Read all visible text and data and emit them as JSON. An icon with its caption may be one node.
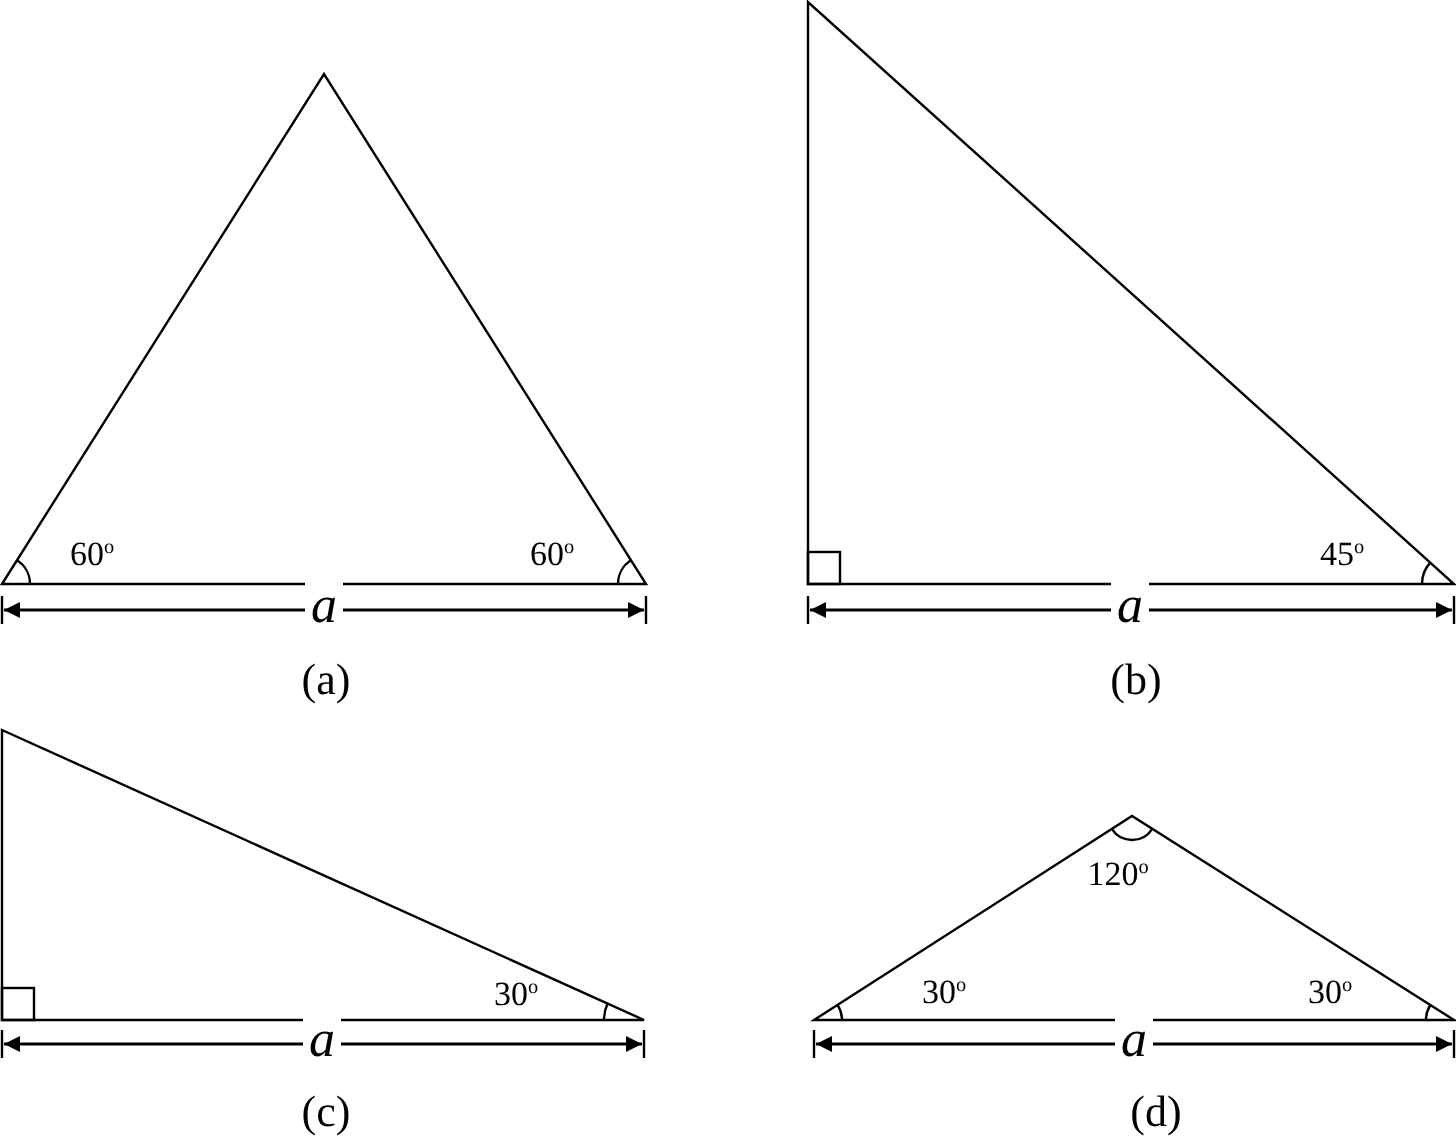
{
  "diagram": {
    "labels": [
      "60$^{o}$",
      "60$^{o}$",
      "a",
      "(a)",
      "45$^{o}$",
      "a",
      "(b)",
      "30$^{o}$",
      "a",
      "(c)",
      "120$^{o}$",
      "30$^{o}$",
      "30$^{o}$",
      "a",
      "(d)"
    ]
  }
}
